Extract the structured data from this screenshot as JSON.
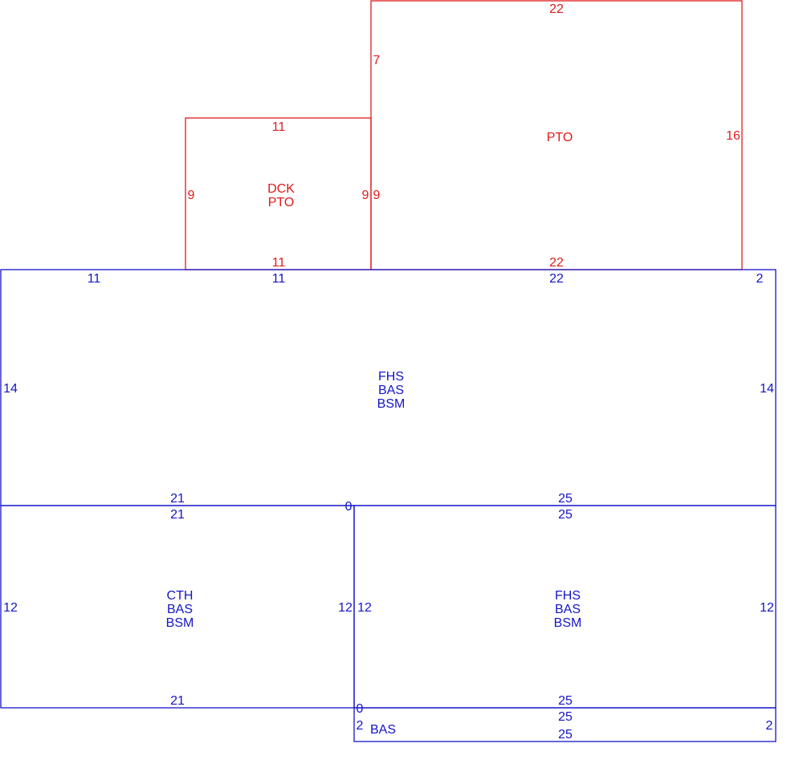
{
  "colors": {
    "addition": "#e01b1b",
    "main": "#1515c8",
    "background": "#ffffff"
  },
  "areas": {
    "pto_large": {
      "lines": [
        "PTO"
      ],
      "dims": {
        "top": "22",
        "left": "7",
        "right": "16",
        "bottom": "22"
      }
    },
    "dck_pto": {
      "lines": [
        "DCK",
        "PTO"
      ],
      "dims": {
        "top": "11",
        "left": "9",
        "right": "9",
        "bottom": "11"
      }
    },
    "pto_left_dim": "9",
    "fhs_upper": {
      "lines": [
        "FHS",
        "BAS",
        "BSM"
      ],
      "dims": {
        "top_left": "11",
        "top_mid": "11",
        "top_right": "22",
        "top_far_right": "2",
        "left": "14",
        "right": "14",
        "bottom_left": "21",
        "bottom_right": "25"
      }
    },
    "cth": {
      "lines": [
        "CTH",
        "BAS",
        "BSM"
      ],
      "dims": {
        "top": "21",
        "left": "12",
        "right": "12",
        "bottom": "21"
      }
    },
    "fhs_lower": {
      "lines": [
        "FHS",
        "BAS",
        "BSM"
      ],
      "dims": {
        "top": "25",
        "left": "12",
        "right": "12",
        "bottom": "25",
        "zero_top": "0",
        "zero_bottom": "0"
      }
    },
    "bas_strip": {
      "lines": [
        "BAS"
      ],
      "dims": {
        "top": "25",
        "bottom": "25",
        "left": "2",
        "right": "2"
      }
    }
  }
}
